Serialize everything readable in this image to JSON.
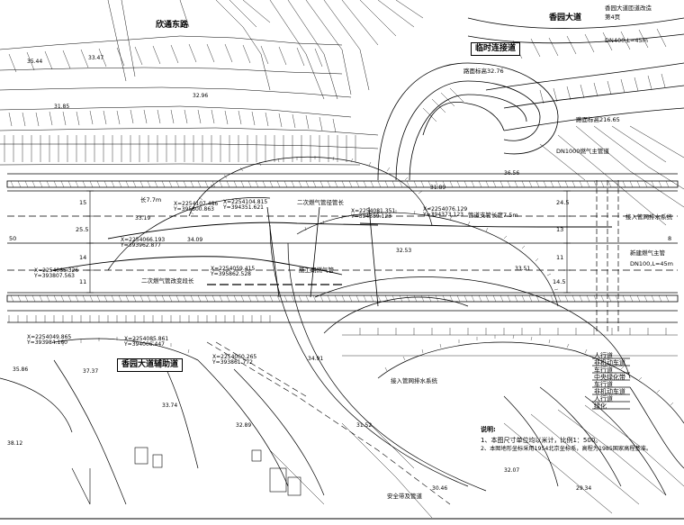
{
  "labels": {
    "road_top_left": "欣通东路",
    "road_top_right": "香园大道",
    "temp_link": "临时连接道",
    "pipe_gas": "DN1000燃气主管道",
    "second_phase": "二次燃气管径管长",
    "second_phase_2": "二次燃气管改变段长",
    "connect_rain": "接入管网排水系统",
    "new_gas": "新建燃气主管",
    "new_gas_spec": "DN100,L=45m",
    "main_ramp": "香园大道辅助道",
    "connect_drain": "接入管网排水系统",
    "bottom_ref": "安全带及管道",
    "elevation_left": "路面标高32.76",
    "elevation_right": "路面标高216.65",
    "length_top": "长7.7m",
    "gas_line_len": "管道支管长度7.5m",
    "top_right_title": "香园大道匝道改造",
    "top_right_sheet": "第4页",
    "top_right_spec": "DN400,L=45m",
    "dash_label": "施工期燃气管",
    "notes_title": "说明:",
    "note1": "1、本图尺寸单位均以米计，比例1：500。",
    "note2": "2、本图地形坐标采用1954北京坐标系，高程为1985国家高程基准。"
  },
  "coords": [
    "X=2254107.486\nY=395800.863",
    "X=2254104.815\nY=394351.621",
    "X=2254081.351\nY=394389.123",
    "X=2254076.129\nY=394373.123",
    "X=2254066.193\nY=393962.877",
    "X=2254065.326\nY=393807.563",
    "X=2254059.415\nY=395862.528",
    "X=2254049.865\nY=393984.160",
    "X=2254085.861\nY=394006.447",
    "X=2254060.265\nY=393861.772"
  ],
  "legend": [
    "人行道",
    "非机动车道",
    "车行道",
    "中央绿化带",
    "车行道",
    "非机动车道",
    "人行道",
    "绿化"
  ],
  "dims": [
    "15",
    "25.5",
    "14",
    "11",
    "24.5",
    "13",
    "11",
    "14.5",
    "50",
    "8"
  ],
  "spots": [
    "35.44",
    "33.47",
    "32.96",
    "31.85",
    "33.19",
    "34.09",
    "32.53",
    "36.56",
    "31.89",
    "33.51",
    "35.86",
    "37.37",
    "33.74",
    "32.89",
    "34.91",
    "31.52",
    "30.46",
    "32.07",
    "29.34",
    "38.12"
  ]
}
